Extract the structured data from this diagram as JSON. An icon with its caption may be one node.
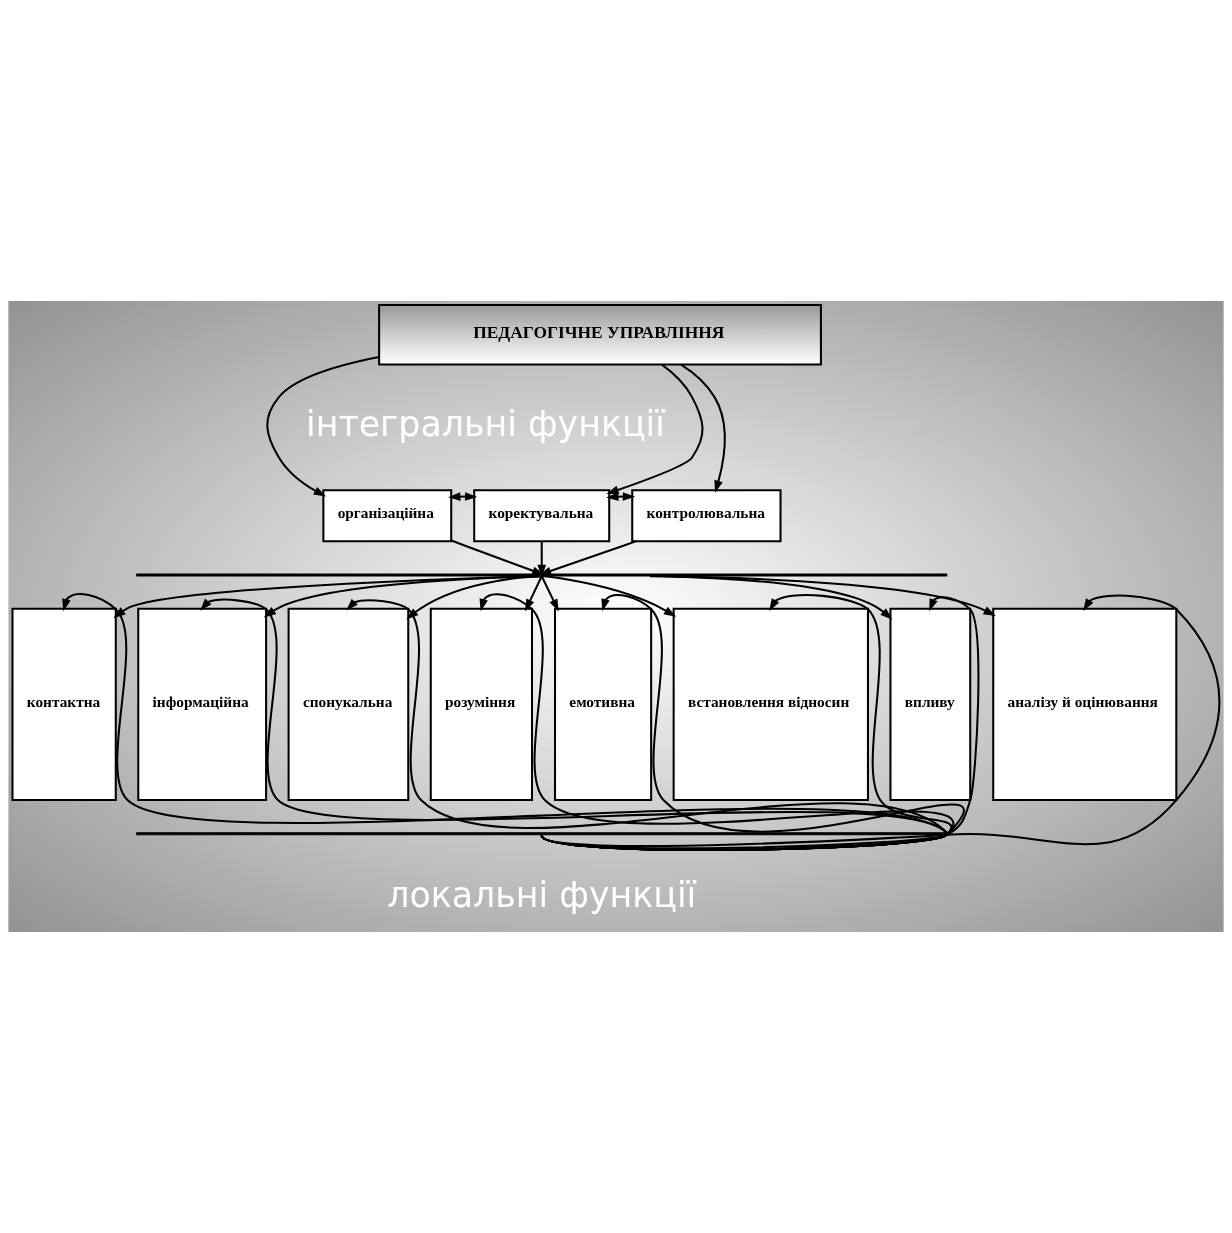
{
  "diagram": {
    "nodes": [
      {
        "text": [
          "ПЕДАГОГІЧНЕ УПРАВЛІННЯ"
        ]
      },
      {
        "text": [
          "організаційна"
        ]
      },
      {
        "text": [
          "коректувальна"
        ]
      },
      {
        "text": [
          "контролювальна"
        ]
      },
      {
        "text": [],
        "shape": "bar"
      },
      {
        "text": [
          "контактна"
        ]
      },
      {
        "text": [
          "інформаційна"
        ]
      },
      {
        "text": [
          "спонукальна"
        ]
      },
      {
        "text": [
          "розуміння"
        ]
      },
      {
        "text": [
          "емотивна"
        ]
      },
      {
        "text": [
          "встановлення відносин"
        ]
      },
      {
        "text": [
          "впливу"
        ]
      },
      {
        "text": [
          "аналізу й оцінювання"
        ]
      },
      {
        "text": [],
        "shape": "bar"
      }
    ],
    "edges": [
      {
        "from": 0,
        "to": 1,
        "arrow": "to"
      },
      {
        "from": 0,
        "to": 2,
        "arrow": "to"
      },
      {
        "from": 0,
        "to": 3,
        "arrow": "to"
      },
      {
        "from": 1,
        "to": 2,
        "arrow": "both"
      },
      {
        "from": 2,
        "to": 3,
        "arrow": "both"
      },
      {
        "from": 1,
        "to": 4,
        "arrow": "to"
      },
      {
        "from": 2,
        "to": 4,
        "arrow": "to"
      },
      {
        "from": 3,
        "to": 4,
        "arrow": "to"
      },
      {
        "from": 4,
        "to": 5,
        "arrow": "to"
      },
      {
        "from": 4,
        "to": 6,
        "arrow": "to"
      },
      {
        "from": 4,
        "to": 7,
        "arrow": "to"
      },
      {
        "from": 4,
        "to": 8,
        "arrow": "to"
      },
      {
        "from": 4,
        "to": 9,
        "arrow": "to"
      },
      {
        "from": 4,
        "to": 10,
        "arrow": "to"
      },
      {
        "from": 4,
        "to": 11,
        "arrow": "to"
      },
      {
        "from": 4,
        "to": 12,
        "arrow": "to"
      },
      {
        "from": 13,
        "to": 5,
        "arrow": "to"
      },
      {
        "from": 13,
        "to": 6,
        "arrow": "to"
      },
      {
        "from": 13,
        "to": 7,
        "arrow": "to"
      },
      {
        "from": 13,
        "to": 8,
        "arrow": "to"
      },
      {
        "from": 13,
        "to": 9,
        "arrow": "to"
      },
      {
        "from": 13,
        "to": 10,
        "arrow": "to"
      },
      {
        "from": 13,
        "to": 11,
        "arrow": "to"
      },
      {
        "from": 13,
        "to": 12,
        "arrow": "to"
      }
    ],
    "labels": [
      "інтегральні функції",
      "локальні функції"
    ]
  }
}
